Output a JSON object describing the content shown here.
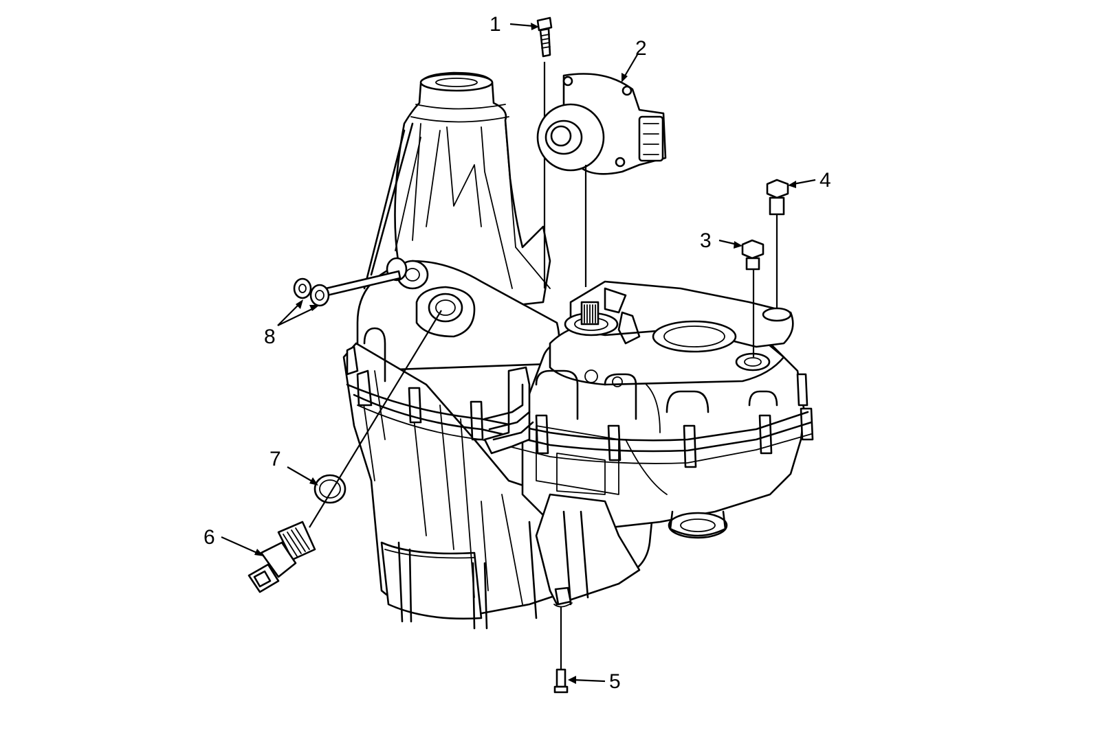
{
  "diagram": {
    "callouts": [
      {
        "id": "1",
        "text": "1"
      },
      {
        "id": "2",
        "text": "2"
      },
      {
        "id": "3",
        "text": "3"
      },
      {
        "id": "4",
        "text": "4"
      },
      {
        "id": "5",
        "text": "5"
      },
      {
        "id": "6",
        "text": "6"
      },
      {
        "id": "7",
        "text": "7"
      },
      {
        "id": "8",
        "text": "8"
      }
    ],
    "colors": {
      "line": "#000000",
      "background": "#ffffff"
    }
  }
}
